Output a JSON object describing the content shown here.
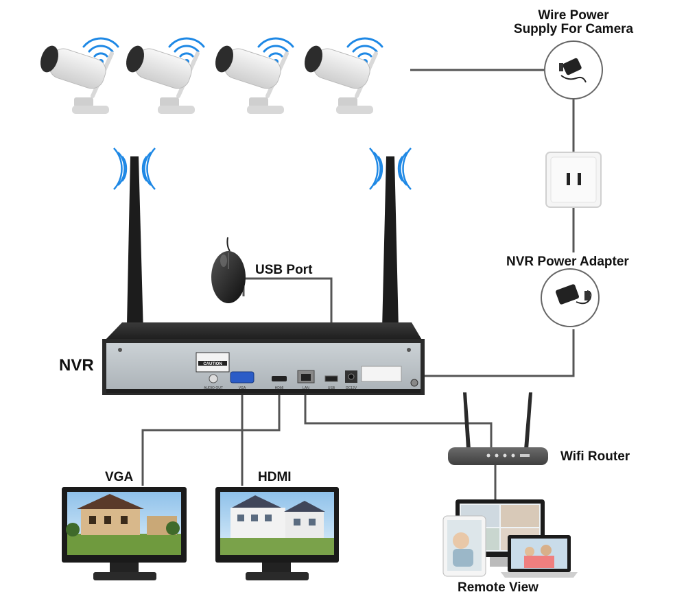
{
  "labels": {
    "wire_power_line1": "Wire Power",
    "wire_power_line2": "Supply For Camera",
    "nvr_power_adapter": "NVR Power Adapter",
    "usb_port": "USB Port",
    "nvr": "NVR",
    "wifi_router": "Wifi Router",
    "vga": "VGA",
    "hdmi": "HDMI",
    "remote_view": "Remote View"
  },
  "nvr_panel": {
    "caution": "CAUTION",
    "audio_out": "AUDIO OUT",
    "vga_port": "VGA",
    "hdmi_port": "HDMI",
    "lan_port": "LAN",
    "usb_port": "USB",
    "dc_port": "DC12V"
  },
  "colors": {
    "wire": "#555555",
    "wifi_signal": "#1e88e5",
    "nvr_body": "#2b2b2b",
    "nvr_panel": "#bcc3c8",
    "camera_body": "#e6e6e6"
  },
  "cameras": [
    {
      "id": "camera-1"
    },
    {
      "id": "camera-2"
    },
    {
      "id": "camera-3"
    },
    {
      "id": "camera-4"
    }
  ]
}
